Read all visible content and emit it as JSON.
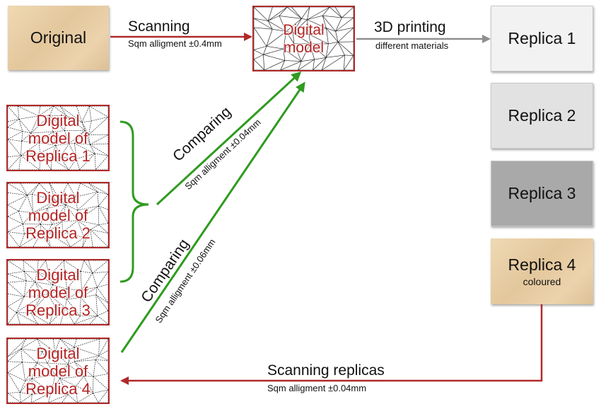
{
  "original": {
    "label": "Original"
  },
  "digital_model": {
    "label": "Digital model"
  },
  "replicas": [
    {
      "label": "Replica 1",
      "sublabel": "",
      "color": "#f2f2f2"
    },
    {
      "label": "Replica 2",
      "sublabel": "",
      "color": "#e2e2e2"
    },
    {
      "label": "Replica 3",
      "sublabel": "",
      "color": "#a9a9a9"
    },
    {
      "label": "Replica 4",
      "sublabel": "coloured",
      "color": "paper"
    }
  ],
  "replica_models": [
    {
      "label": "Digital model of Replica 1"
    },
    {
      "label": "Digital model of Replica 2"
    },
    {
      "label": "Digital model of Replica 3"
    },
    {
      "label": "Digital model of Replica 4"
    }
  ],
  "arrows": {
    "scanning": {
      "label": "Scanning",
      "sublabel": "Sqm alligment ±0.4mm"
    },
    "printing": {
      "label": "3D printing",
      "sublabel": "different materials"
    },
    "comparing_1": {
      "label": "Comparing",
      "sublabel": "Sqm alligment ±0.04mm"
    },
    "comparing_2": {
      "label": "Comparing",
      "sublabel": "Sqm alligment ±0.06mm"
    },
    "scanning_replicas": {
      "label": "Scanning replicas",
      "sublabel": "Sqm alligment ±0.04mm"
    }
  },
  "colors": {
    "red": "#b02a2a",
    "green": "#2f9b1f",
    "gray": "#8f8f8f"
  }
}
